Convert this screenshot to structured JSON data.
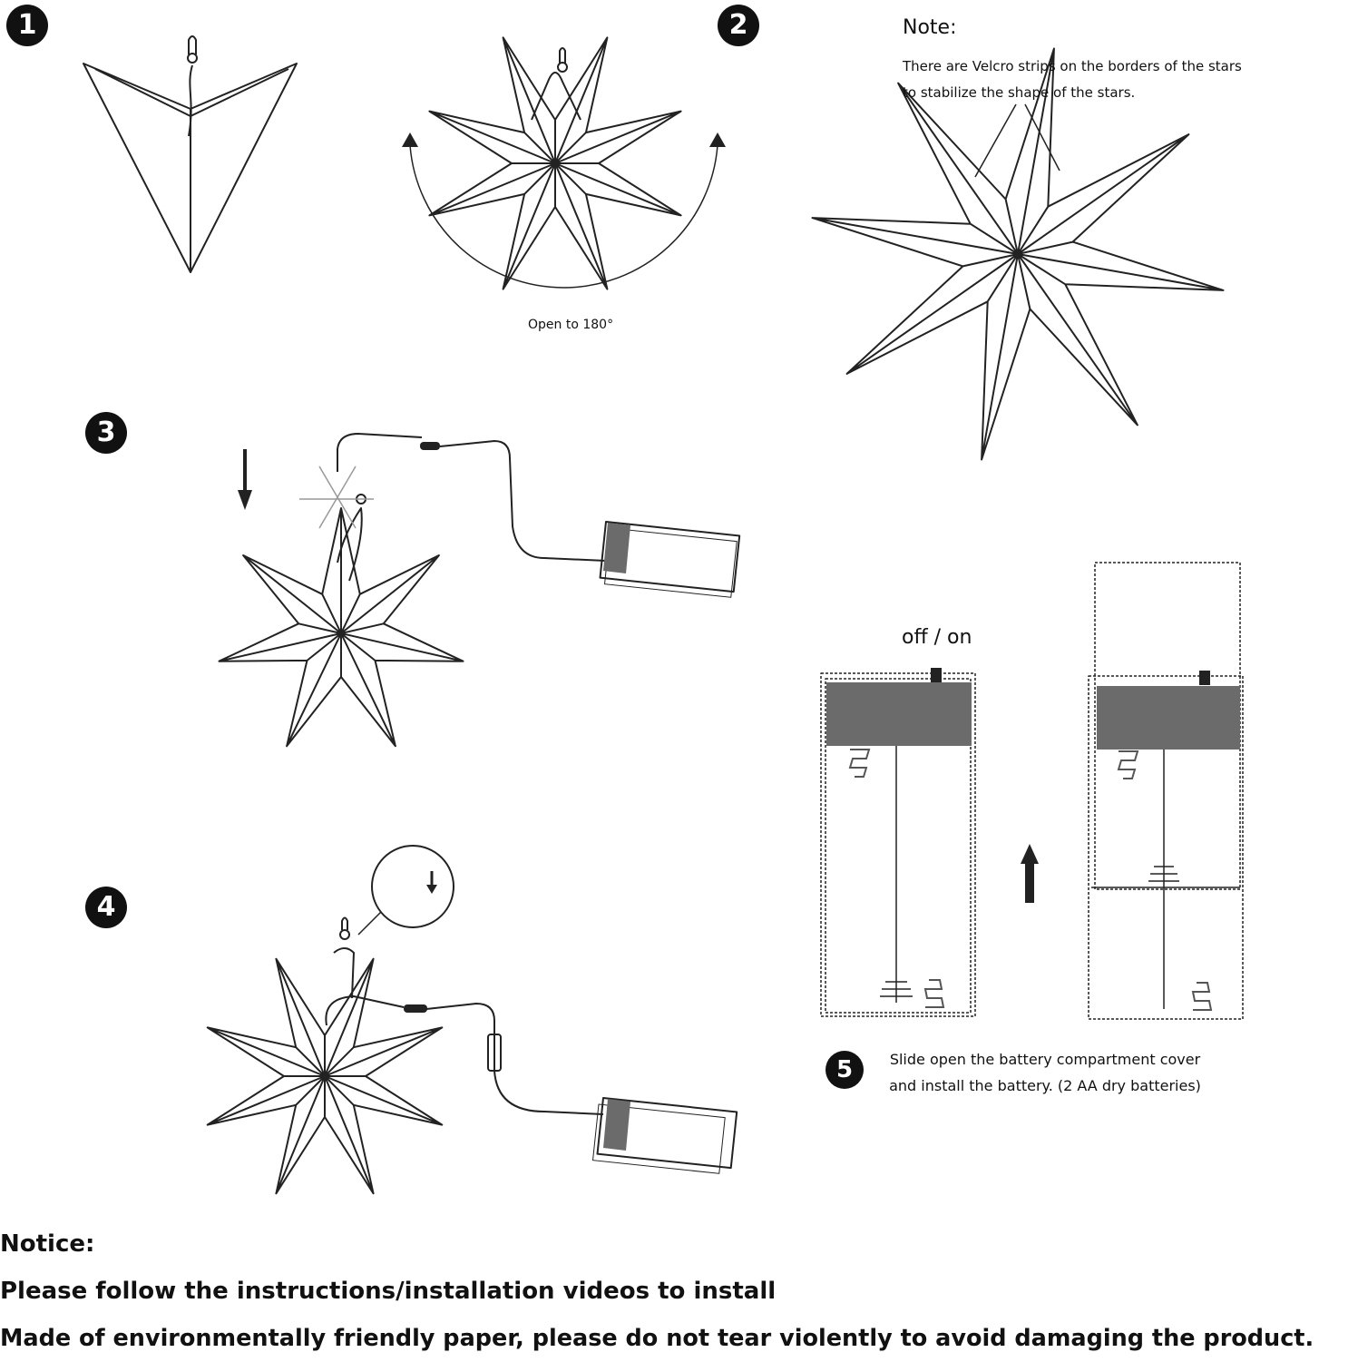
{
  "steps": [
    {
      "number": "1"
    },
    {
      "number": "2",
      "caption": "Open to 180°"
    },
    {
      "number": "3"
    },
    {
      "number": "4"
    },
    {
      "number": "5",
      "text_line1": "Slide open the battery compartment cover",
      "text_line2": "and install the battery. (2 AA dry batteries)"
    }
  ],
  "note": {
    "title": "Note:",
    "line1": "There are Velcro strips on the borders of the stars",
    "line2": "to stabilize the shape of the stars."
  },
  "switch_label": "off / on",
  "notice": {
    "title": "Notice:",
    "line1": "Please follow the instructions/installation videos to install",
    "line2": "Made of environmentally friendly paper, please do not tear violently to avoid damaging the product."
  },
  "colors": {
    "line": "#222222",
    "battery_gray": "#6b6b6b",
    "badge": "#111111"
  }
}
